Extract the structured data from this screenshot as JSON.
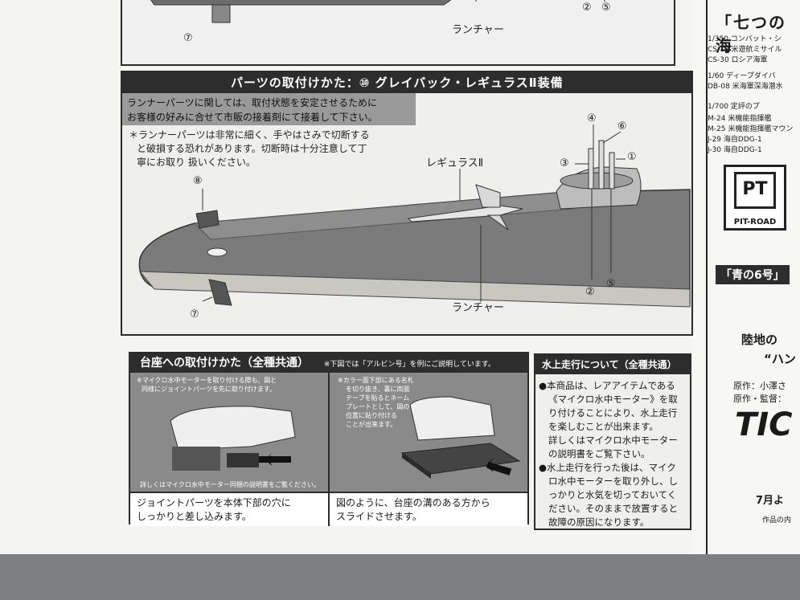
{
  "top_panel": {
    "part_7": "⑦",
    "part_2": "②",
    "part_5": "⑤",
    "launcher_label": "ランチャー"
  },
  "main_panel": {
    "title": "パーツの取付けかた：⑩ グレイバック・レギュラスⅡ装備",
    "note_line1": "ランナーパーツに関しては、取付状態を安定させるために",
    "note_line2": "お客様の好みに合せて市販の接着剤にて接着して下さい。",
    "caution_line1": "＊ランナーパーツは非常に細く、手やはさみで切断する",
    "caution_line2": "と破損する恐れがあります。切断時は十分注意して丁",
    "caution_line3": "寧にお取り 扱いください。",
    "regulus_label": "レギュラスⅡ",
    "launcher_label": "ランチャー",
    "parts": {
      "p1": "①",
      "p2": "②",
      "p3": "③",
      "p4": "④",
      "p5": "⑤",
      "p6": "⑥",
      "p7": "⑦",
      "p8": "⑧"
    }
  },
  "stand_panel": {
    "title": "台座への取付けかた（全種共通）",
    "subnote": "※下図では「アルビン号」を例にご説明しています。",
    "left_note_line1": "※マイクロ水中モーターを取り付ける際も、図と",
    "left_note_line2": "同様にジョイントパーツを先に取り付けます。",
    "left_bottom_note": "詳しくはマイクロ水中モーター同梱の説明書をご覧ください。",
    "right_note_line1": "※カラー面下部にある名札",
    "right_note_line2": "を切り抜き、裏に両面",
    "right_note_line3": "テープを貼るとネーム",
    "right_note_line4": "プレートとして、図の",
    "right_note_line5": "位置に貼り付ける",
    "right_note_line6": "ことが出来ます。",
    "caption_left_line1": "ジョイントパーツを本体下部の穴に",
    "caption_left_line2": "しっかりと差し込みます。",
    "caption_right_line1": "図のように、台座の溝のある方から",
    "caption_right_line2": "スライドさせます。"
  },
  "water_panel": {
    "title": "水上走行について（全種共通）",
    "line1": "●本商品は、レアアイテムである",
    "line2": "《マイクロ水中モーター》を取",
    "line3": "り付けることにより、水上走行",
    "line4": "を楽しむことが出来ます。",
    "line5": "詳しくはマイクロ水中モーター",
    "line6": "の説明書をご覧下さい。",
    "line7": "●水上走行を行った後は、マイク",
    "line8": "ロ水中モーターを取り外し、し",
    "line9": "っかりと水気を切っておいてく",
    "line10": "ださい。そのままで放置すると",
    "line11": "故障の原因になります。"
  },
  "side_page": {
    "title": "「七つの海",
    "rows": [
      "1/350 コンバット・シ",
      "CS-12 米遊航ミサイル",
      "CS-30 ロシア海軍",
      "1/60 ディープダイバ",
      "DB-08 米海軍深海潜水",
      "1/700 定評のプ",
      "M-24 米機能指揮艦",
      "M-25 米機能指揮艦マウン",
      "J-29 海自DDG-1",
      "J-30 海自DDG-1"
    ],
    "logo_mark": "PT",
    "logo_text": "PIT-ROAD",
    "badge": "「青の6号」",
    "tagline1": "陸地の",
    "tagline2": "“ハン",
    "credit1": "原作：小澤さ",
    "credit2": "原作・監督：",
    "brand": "TIC",
    "date": "7月よ",
    "footnote": "作品の内"
  }
}
